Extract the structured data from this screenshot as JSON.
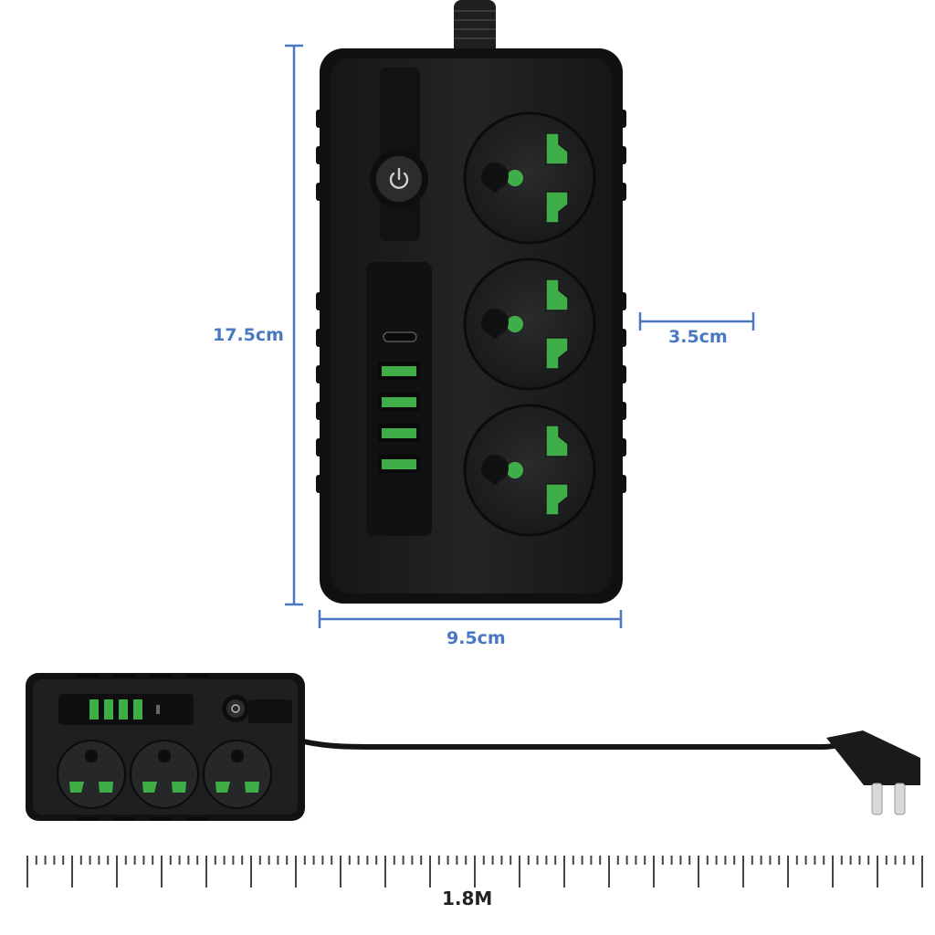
{
  "dimensions": {
    "height": "17.5cm",
    "depth": "3.5cm",
    "width": "9.5cm",
    "cable_length": "1.8M"
  },
  "colors": {
    "dimension_lines": "#4a78c2",
    "body": "#1c1d1f",
    "socket_green": "#3fae49"
  },
  "icons": {
    "power_switch": "power-icon"
  },
  "product": {
    "ac_sockets": 3,
    "usb_a_ports": 4,
    "usb_c_ports": 1
  }
}
